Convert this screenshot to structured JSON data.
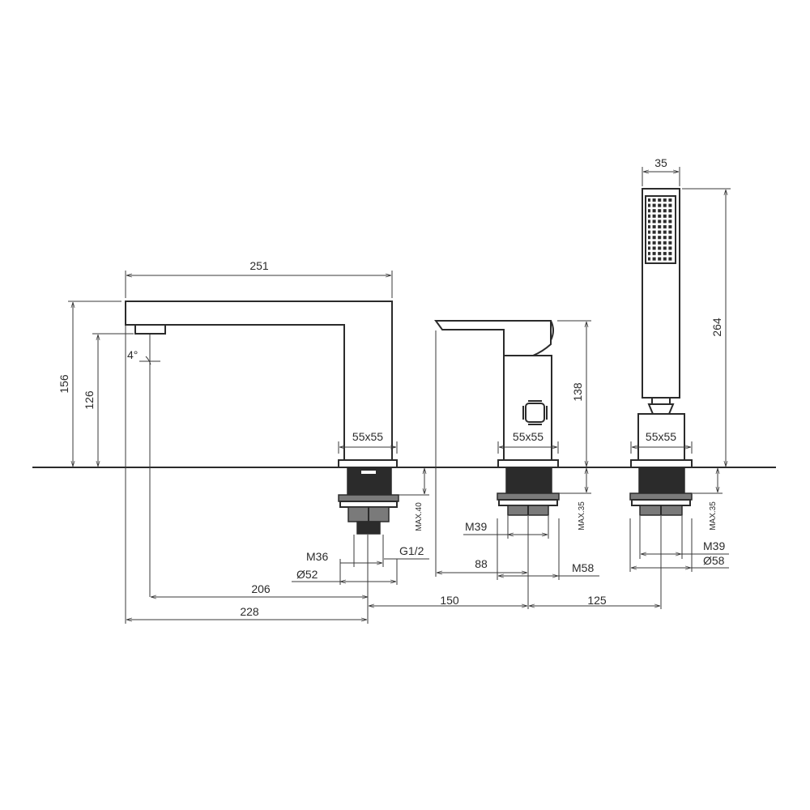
{
  "spout": {
    "width": "251",
    "height_total": "156",
    "height_outlet": "126",
    "angle": "4°",
    "base": "55x55",
    "max_deck": "MAX.40",
    "thread": "M36",
    "diameter": "Ø52",
    "connection": "G1/2",
    "dist_outlet": "206",
    "dist_total": "228"
  },
  "mixer": {
    "height": "138",
    "base": "55x55",
    "max_deck": "MAX.35",
    "thread": "M39",
    "depth": "88",
    "nut": "M58"
  },
  "handshower": {
    "width": "35",
    "height": "264",
    "base": "55x55",
    "max_deck": "MAX.35",
    "thread": "M39",
    "diameter": "Ø58"
  },
  "spacing": {
    "spout_to_mixer": "150",
    "mixer_to_shower": "125"
  }
}
